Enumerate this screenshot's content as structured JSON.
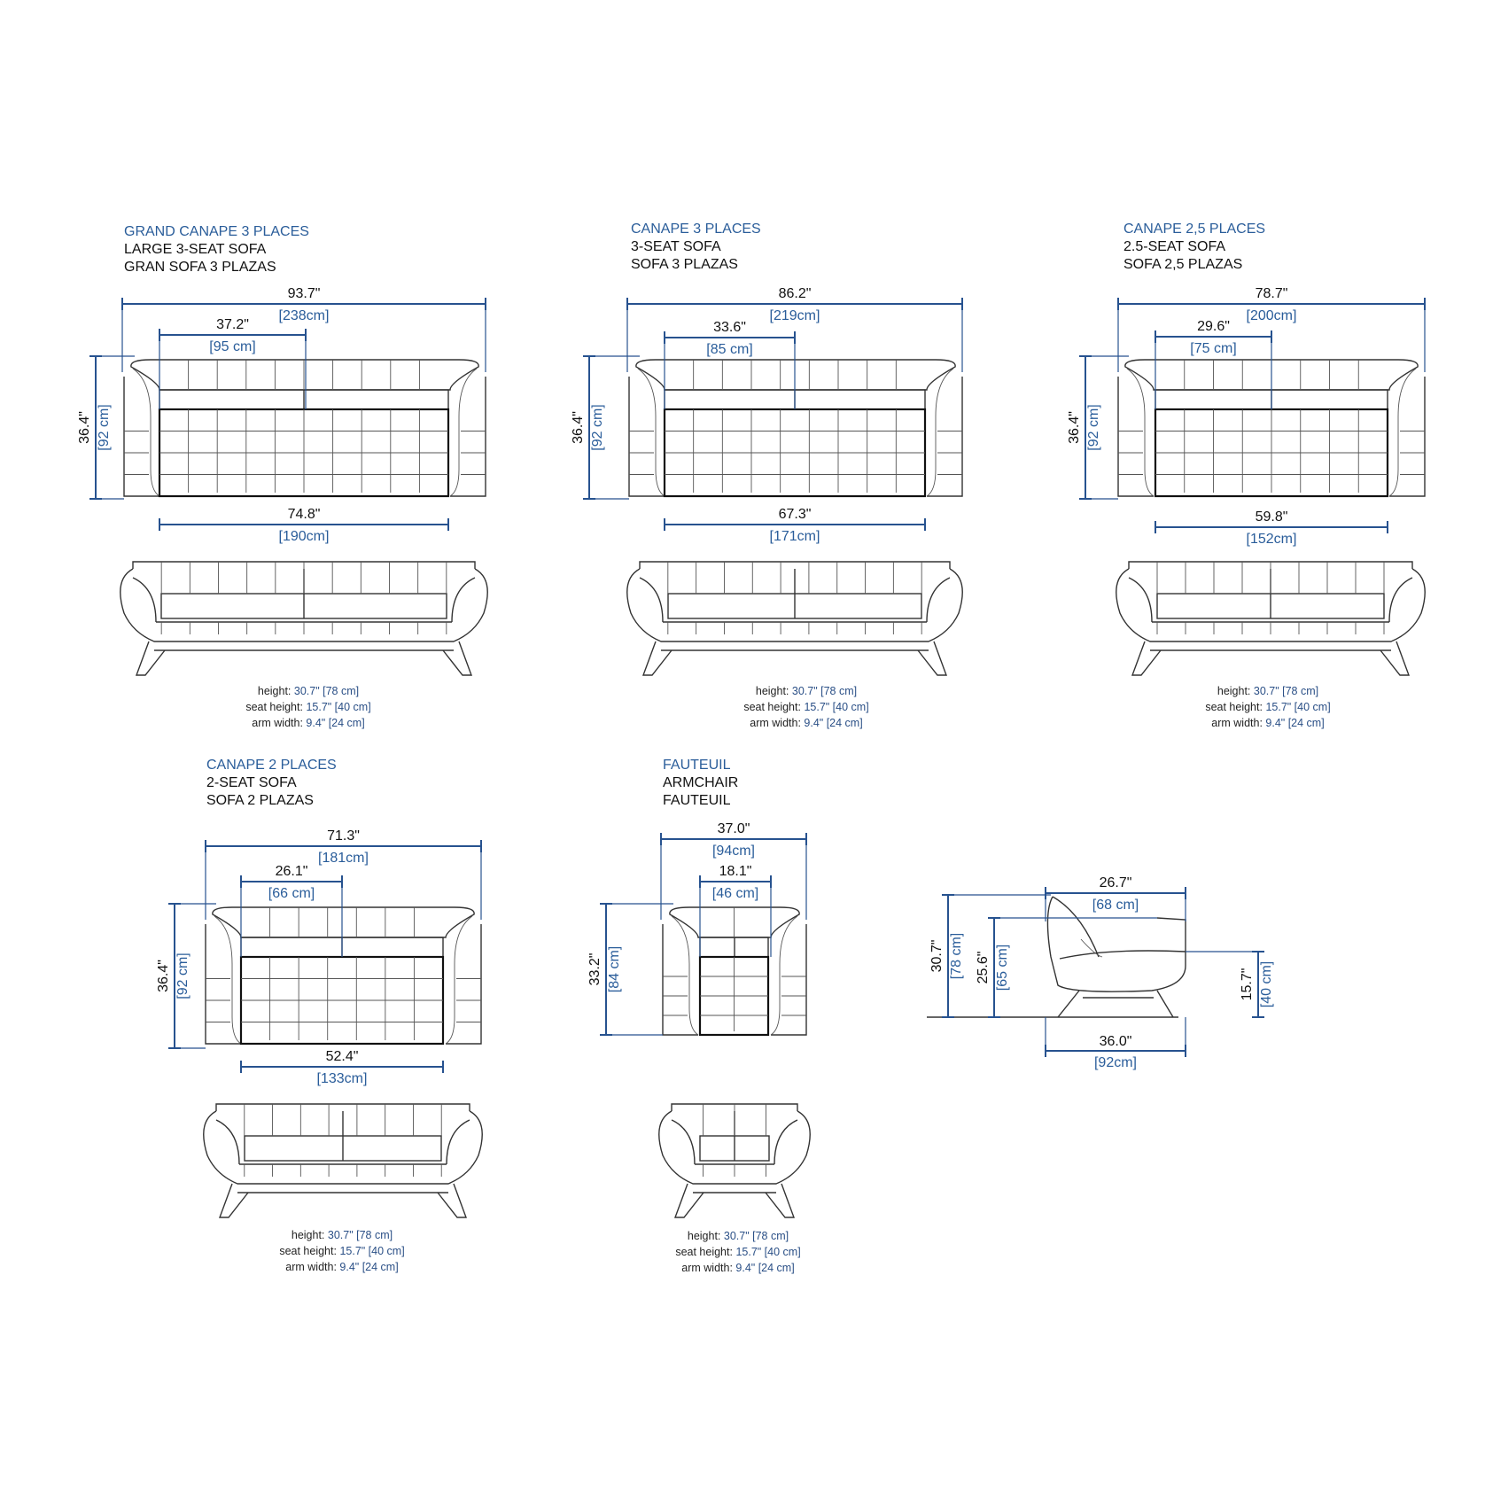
{
  "products": [
    {
      "id": "large-3",
      "fr": "GRAND CANAPE 3 PLACES",
      "en": "LARGE 3-SEAT SOFA",
      "es": "GRAN SOFA 3 PLAZAS",
      "width_in": "93.7\"",
      "width_cm": "[238cm]",
      "cushion_in": "37.2\"",
      "cushion_cm": "[95 cm]",
      "depth_in": "36.4\"",
      "depth_cm": "[92 cm]",
      "seat_in": "74.8\"",
      "seat_cm": "[190cm]",
      "spec": {
        "height": "30.7\" [78 cm]",
        "seat_height": "15.7\" [40 cm]",
        "arm_width": "9.4\" [24 cm]"
      }
    },
    {
      "id": "3-seat",
      "fr": "CANAPE 3 PLACES",
      "en": "3-SEAT SOFA",
      "es": "SOFA 3 PLAZAS",
      "width_in": "86.2\"",
      "width_cm": "[219cm]",
      "cushion_in": "33.6\"",
      "cushion_cm": "[85 cm]",
      "depth_in": "36.4\"",
      "depth_cm": "[92 cm]",
      "seat_in": "67.3\"",
      "seat_cm": "[171cm]",
      "spec": {
        "height": "30.7\" [78 cm]",
        "seat_height": "15.7\" [40 cm]",
        "arm_width": "9.4\" [24 cm]"
      }
    },
    {
      "id": "2-5-seat",
      "fr": "CANAPE 2,5 PLACES",
      "en": "2.5-SEAT SOFA",
      "es": "SOFA 2,5 PLAZAS",
      "width_in": "78.7\"",
      "width_cm": "[200cm]",
      "cushion_in": "29.6\"",
      "cushion_cm": "[75 cm]",
      "depth_in": "36.4\"",
      "depth_cm": "[92 cm]",
      "seat_in": "59.8\"",
      "seat_cm": "[152cm]",
      "spec": {
        "height": "30.7\" [78 cm]",
        "seat_height": "15.7\" [40 cm]",
        "arm_width": "9.4\" [24 cm]"
      }
    },
    {
      "id": "2-seat",
      "fr": "CANAPE 2 PLACES",
      "en": "2-SEAT SOFA",
      "es": "SOFA 2 PLAZAS",
      "width_in": "71.3\"",
      "width_cm": "[181cm]",
      "cushion_in": "26.1\"",
      "cushion_cm": "[66 cm]",
      "depth_in": "36.4\"",
      "depth_cm": "[92 cm]",
      "seat_in": "52.4\"",
      "seat_cm": "[133cm]",
      "spec": {
        "height": "30.7\" [78 cm]",
        "seat_height": "15.7\" [40 cm]",
        "arm_width": "9.4\" [24 cm]"
      }
    },
    {
      "id": "armchair",
      "fr": "FAUTEUIL",
      "en": "ARMCHAIR",
      "es": "FAUTEUIL",
      "width_in": "37.0\"",
      "width_cm": "[94cm]",
      "cushion_in": "18.1\"",
      "cushion_cm": "[46 cm]",
      "depth_in": "33.2\"",
      "depth_cm": "[84 cm]",
      "spec": {
        "height": "30.7\" [78 cm]",
        "seat_height": "15.7\" [40 cm]",
        "arm_width": "9.4\" [24 cm]"
      }
    }
  ],
  "spec_labels": {
    "height": "height:",
    "seat_height": "seat height:",
    "arm_width": "arm width:"
  },
  "side_view": {
    "top_in": "26.7\"",
    "top_cm": "[68 cm]",
    "height_in": "30.7\"",
    "height_cm": "[78 cm]",
    "back_in": "25.6\"",
    "back_cm": "[65 cm]",
    "seat_h_in": "15.7\"",
    "seat_h_cm": "[40 cm]",
    "depth_in": "36.0\"",
    "depth_cm": "[92cm]"
  },
  "colors": {
    "dimension": "#27528f",
    "title_fr": "#2a5d9a",
    "line": "#333333"
  }
}
